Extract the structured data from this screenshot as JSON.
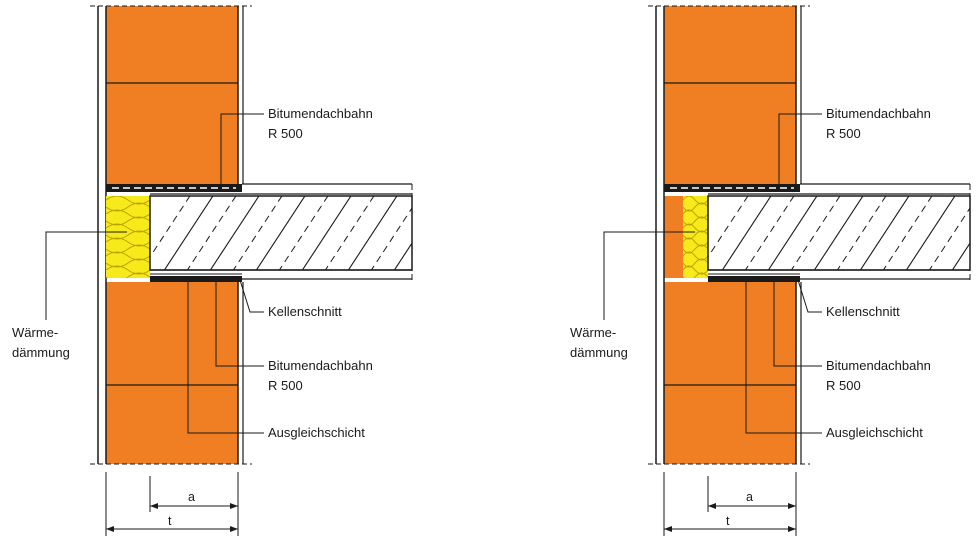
{
  "colors": {
    "brick": "#f07f23",
    "insulation": "#f7ea1a",
    "insulation_hatch": "#b9a400",
    "bitumen": "#1a1a1a",
    "line": "#1a1a1a",
    "background": "#ffffff"
  },
  "details": [
    {
      "id": "left",
      "labels": {
        "bitumen_top_1": "Bitumendachbahn",
        "bitumen_top_2": "R 500",
        "insulation_1": "Wärme-",
        "insulation_2": "dämmung",
        "kellenschnitt": "Kellenschnitt",
        "bitumen_bottom_1": "Bitumendachbahn",
        "bitumen_bottom_2": "R 500",
        "ausgleichschicht": "Ausgleichschicht"
      },
      "dimensions": {
        "a": "a",
        "t": "t"
      }
    },
    {
      "id": "right",
      "labels": {
        "bitumen_top_1": "Bitumendachbahn",
        "bitumen_top_2": "R 500",
        "insulation_1": "Wärme-",
        "insulation_2": "dämmung",
        "kellenschnitt": "Kellenschnitt",
        "bitumen_bottom_1": "Bitumendachbahn",
        "bitumen_bottom_2": "R 500",
        "ausgleichschicht": "Ausgleichschicht"
      },
      "dimensions": {
        "a": "a",
        "t": "t"
      }
    }
  ]
}
